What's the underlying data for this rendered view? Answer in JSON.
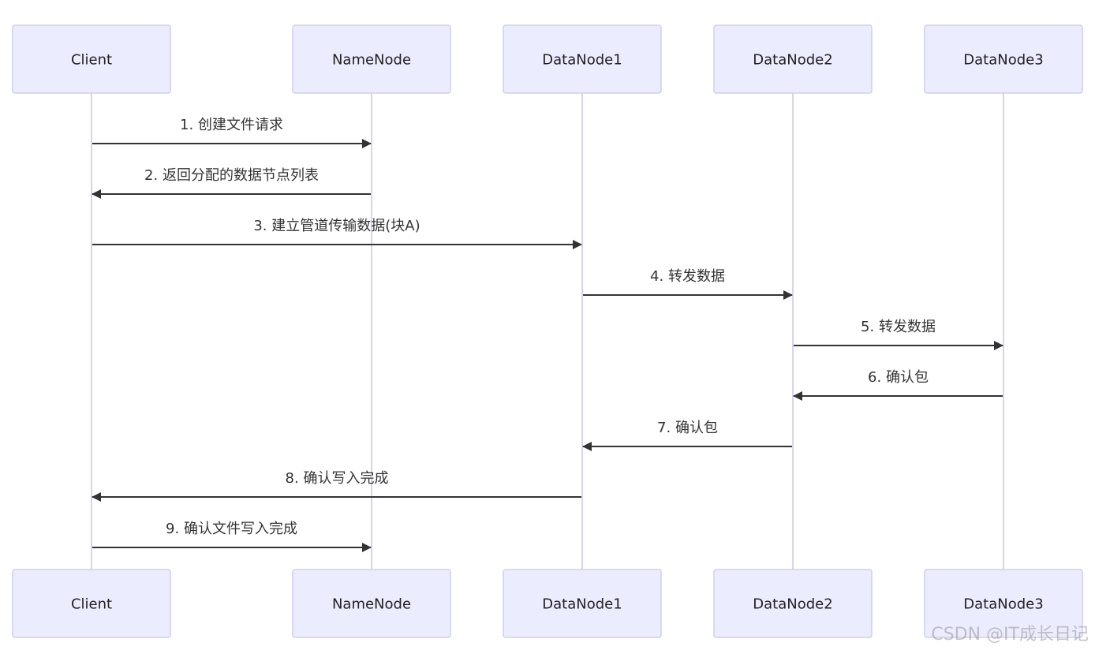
{
  "participants": [
    {
      "id": "client",
      "label": "Client"
    },
    {
      "id": "namenode",
      "label": "NameNode"
    },
    {
      "id": "datanode1",
      "label": "DataNode1"
    },
    {
      "id": "datanode2",
      "label": "DataNode2"
    },
    {
      "id": "datanode3",
      "label": "DataNode3"
    }
  ],
  "messages": [
    {
      "from": "client",
      "to": "namenode",
      "label": "1. 创建文件请求"
    },
    {
      "from": "namenode",
      "to": "client",
      "label": "2. 返回分配的数据节点列表"
    },
    {
      "from": "client",
      "to": "datanode1",
      "label": "3. 建立管道传输数据(块A)"
    },
    {
      "from": "datanode1",
      "to": "datanode2",
      "label": "4. 转发数据"
    },
    {
      "from": "datanode2",
      "to": "datanode3",
      "label": "5. 转发数据"
    },
    {
      "from": "datanode3",
      "to": "datanode2",
      "label": "6. 确认包"
    },
    {
      "from": "datanode2",
      "to": "datanode1",
      "label": "7. 确认包"
    },
    {
      "from": "datanode1",
      "to": "client",
      "label": "8. 确认写入完成"
    },
    {
      "from": "client",
      "to": "namenode",
      "label": "9. 确认文件写入完成"
    }
  ],
  "colors": {
    "actor_fill": "#ECECFF",
    "actor_stroke": "#CFCFF0",
    "lifeline": "#D8D3F0",
    "message": "#333333"
  },
  "watermark": "CSDN @IT成长日记"
}
